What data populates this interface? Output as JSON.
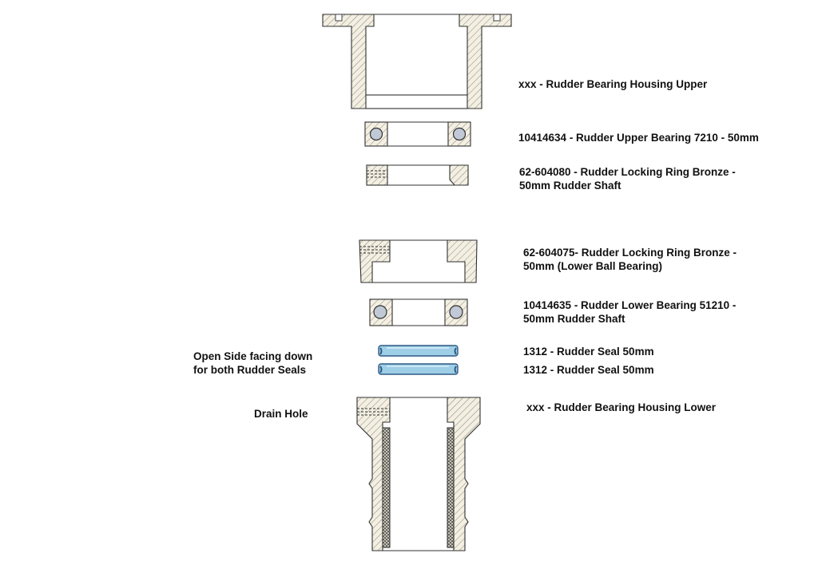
{
  "colors": {
    "background": "#ffffff",
    "section_fill": "#f3efe2",
    "hatch": "#8a8676",
    "outline": "#303030",
    "ball": "#c2c9d6",
    "seal_blue": "#9fcfe6",
    "seal_dark": "#2e5a86"
  },
  "parts": {
    "housing_upper": "xxx - Rudder Bearing Housing Upper",
    "upper_bearing": "10414634 - Rudder Upper Bearing 7210 - 50mm",
    "locking_ring_top": [
      "62-604080 - Rudder Locking Ring Bronze -",
      "50mm Rudder Shaft"
    ],
    "locking_ring_lower": [
      "62-604075- Rudder Locking Ring Bronze -",
      "50mm (Lower Ball Bearing)"
    ],
    "lower_bearing": [
      "10414635 - Rudder Lower Bearing 51210 -",
      "50mm Rudder Shaft"
    ],
    "seal_1": "1312 - Rudder Seal 50mm",
    "seal_2": "1312 - Rudder Seal 50mm",
    "housing_lower": "xxx - Rudder Bearing Housing Lower"
  },
  "notes": {
    "seals": [
      "Open Side facing down",
      "for both Rudder Seals"
    ],
    "drain": "Drain Hole"
  }
}
